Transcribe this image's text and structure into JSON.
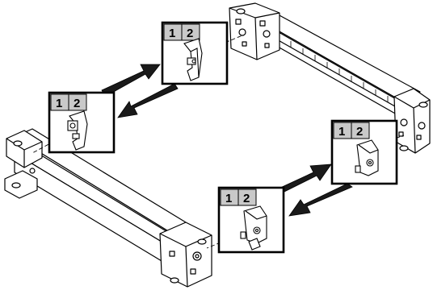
{
  "detail_callouts": [
    {
      "step_labels": [
        "1",
        "2"
      ],
      "part": "upper-left"
    },
    {
      "step_labels": [
        "1",
        "2"
      ],
      "part": "left"
    },
    {
      "step_labels": [
        "1",
        "2"
      ],
      "part": "right"
    },
    {
      "step_labels": [
        "1",
        "2"
      ],
      "part": "lower-right"
    }
  ],
  "colors": {
    "line": "#000000",
    "rail_fill": "#ffffff",
    "label_cell": "#c9c9c9",
    "arrow": "#1a1a1a",
    "leader": "#000000"
  }
}
